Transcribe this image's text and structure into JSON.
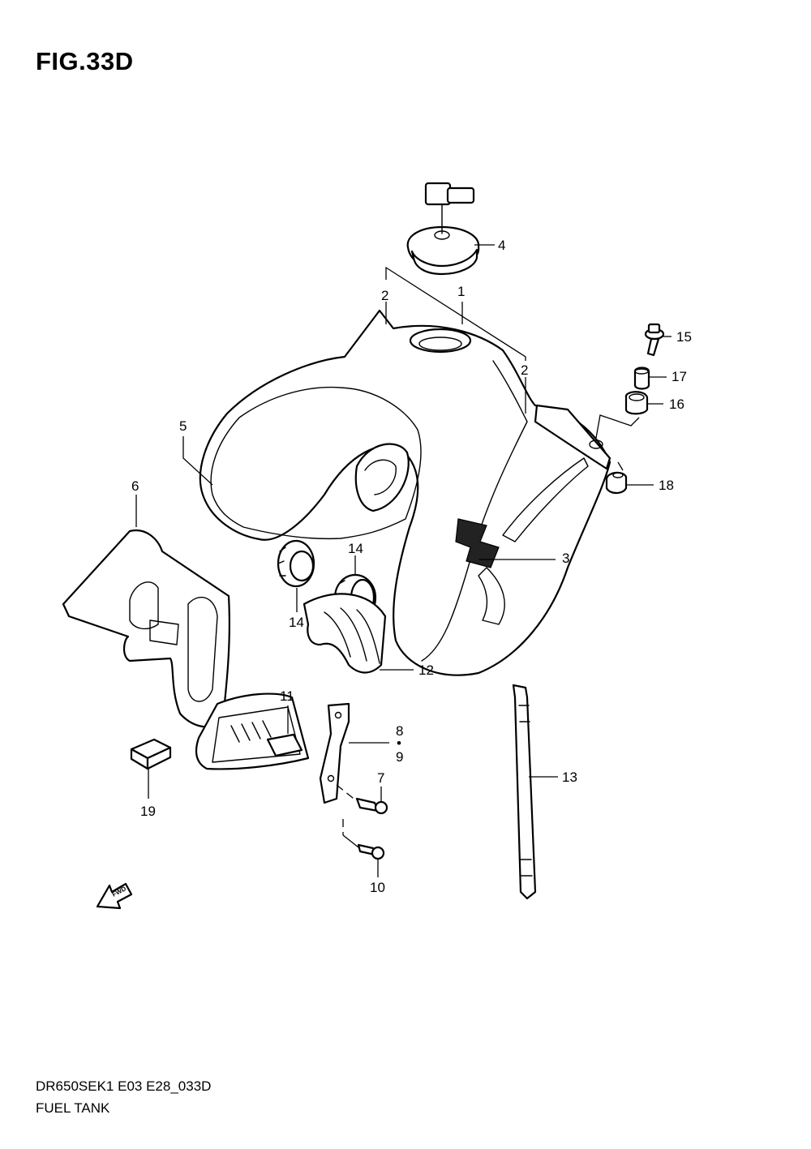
{
  "figure": {
    "title": "FIG.33D"
  },
  "footer": {
    "code": "DR650SEK1 E03 E28_033D",
    "name": "FUEL TANK"
  },
  "callouts": {
    "c1": "1",
    "c2a": "2",
    "c2b": "2",
    "c3": "3",
    "c4": "4",
    "c5": "5",
    "c6": "6",
    "c7": "7",
    "c8": "8",
    "c8_dot": "•",
    "c9": "9",
    "c10": "10",
    "c11": "11",
    "c12": "12",
    "c13": "13",
    "c14a": "14",
    "c14b": "14",
    "c15": "15",
    "c16": "16",
    "c17": "17",
    "c18": "18",
    "c19": "19"
  },
  "arrow": {
    "label": "FWD"
  },
  "icons": [
    "fwd-arrow-icon"
  ]
}
